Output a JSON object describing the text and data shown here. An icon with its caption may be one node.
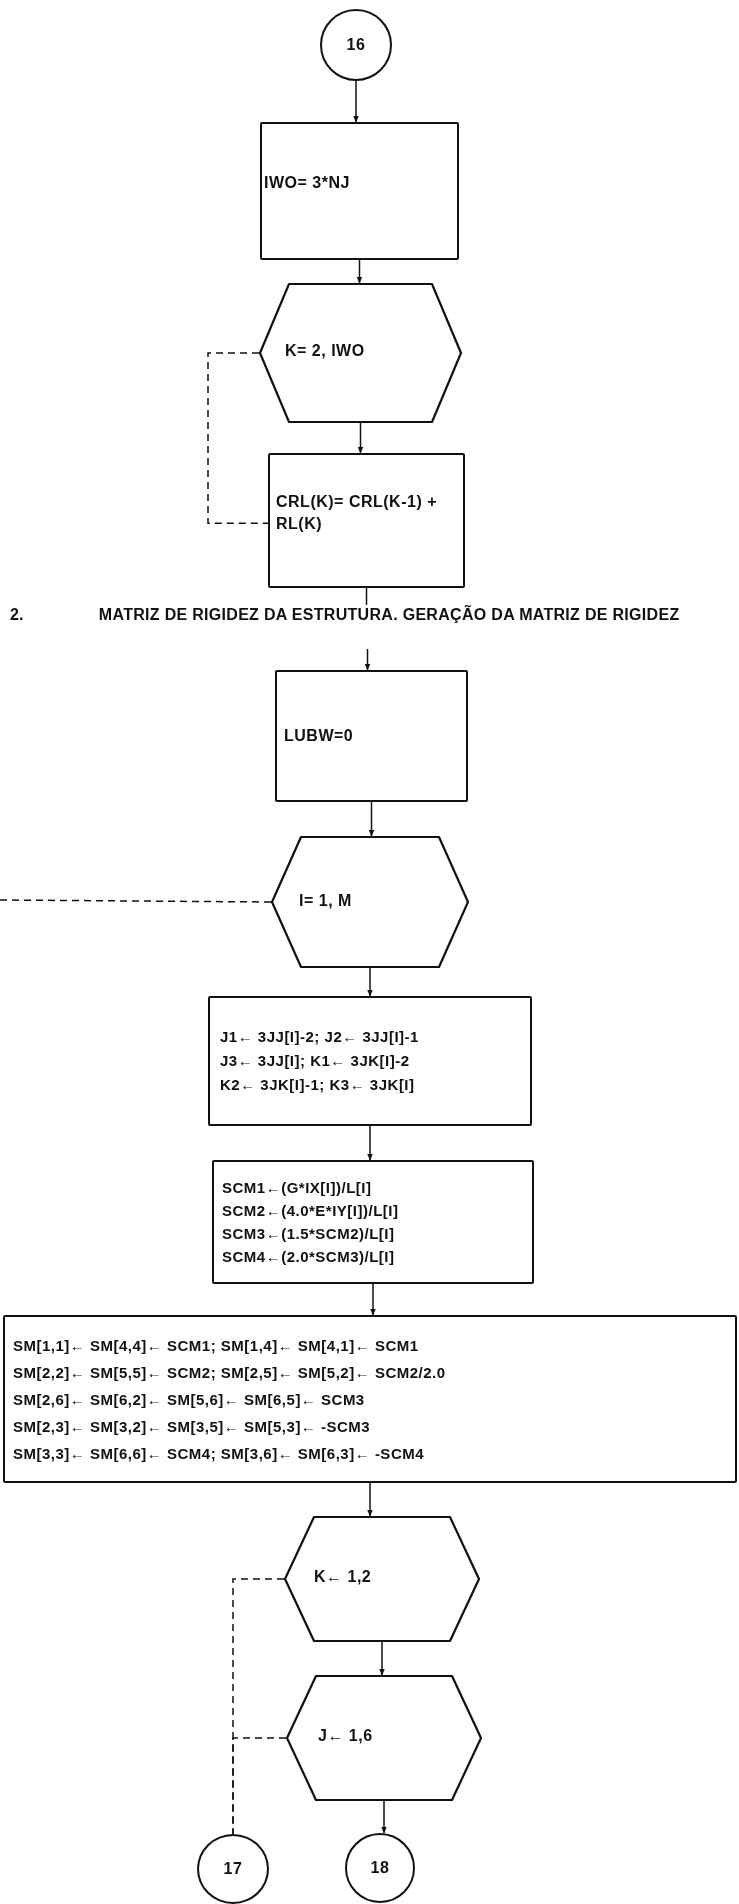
{
  "diagram": {
    "nodes": [
      {
        "text": [
          "16"
        ]
      },
      {
        "text": [
          "IWO= 3*NJ"
        ]
      },
      {
        "text": [
          "K= 2, IWO"
        ]
      },
      {
        "text": [
          "CRL(K)= CRL(K-1) + RL(K)"
        ]
      },
      {
        "text": [
          "2.",
          "MATRIZ DE RIGIDEZ DA ESTRUTURA. GERAÇÃO DA MATRIZ DE RIGIDEZ"
        ]
      },
      {
        "text": [
          "LUBW=0"
        ]
      },
      {
        "text": [
          "I= 1, M"
        ]
      },
      {
        "text": [
          "J1← 3JJ[I]-2; J2← 3JJ[I]-1",
          "J3← 3JJ[I]; K1← 3JK[I]-2",
          "K2← 3JK[I]-1; K3← 3JK[I]"
        ]
      },
      {
        "text": [
          "SCM1←(G*IX[I])/L[I]",
          "SCM2←(4.0*E*IY[I])/L[I]",
          "SCM3←(1.5*SCM2)/L[I]",
          "SCM4←(2.0*SCM3)/L[I]"
        ]
      },
      {
        "text": [
          "SM[1,1]← SM[4,4]← SCM1; SM[1,4]← SM[4,1]← SCM1",
          "SM[2,2]← SM[5,5]← SCM2; SM[2,5]← SM[5,2]← SCM2/2.0",
          "SM[2,6]← SM[6,2]← SM[5,6]← SM[6,5]← SCM3",
          "SM[2,3]← SM[3,2]← SM[3,5]← SM[5,3]← -SCM3",
          "SM[3,3]← SM[6,6]← SCM4; SM[3,6]← SM[6,3]← -SCM4"
        ]
      },
      {
        "text": [
          "K← 1,2"
        ]
      },
      {
        "text": [
          "J← 1,6"
        ]
      },
      {
        "text": [
          "17"
        ]
      },
      {
        "text": [
          "18"
        ]
      }
    ],
    "edges": [
      {
        "from": 0,
        "to": 1,
        "arrow": "to"
      },
      {
        "from": 1,
        "to": 2,
        "arrow": "to"
      },
      {
        "from": 2,
        "to": 3,
        "arrow": "to"
      },
      {
        "from": 2,
        "to": 3,
        "arrow": "none",
        "style": "dashed"
      },
      {
        "from": 3,
        "to": 4,
        "arrow": "none"
      },
      {
        "from": 4,
        "to": 5,
        "arrow": "to"
      },
      {
        "from": 5,
        "to": 6,
        "arrow": "to"
      },
      {
        "from": 6,
        "to": null,
        "arrow": "none",
        "style": "dashed"
      },
      {
        "from": 6,
        "to": 7,
        "arrow": "to"
      },
      {
        "from": 7,
        "to": 8,
        "arrow": "to"
      },
      {
        "from": 8,
        "to": 9,
        "arrow": "to"
      },
      {
        "from": 9,
        "to": 10,
        "arrow": "to"
      },
      {
        "from": 10,
        "to": 11,
        "arrow": "to"
      },
      {
        "from": 11,
        "to": 13,
        "arrow": "to"
      },
      {
        "from": 10,
        "to": 12,
        "arrow": "none",
        "style": "dashed"
      },
      {
        "from": 11,
        "to": 12,
        "arrow": "none",
        "style": "dashed"
      }
    ]
  }
}
